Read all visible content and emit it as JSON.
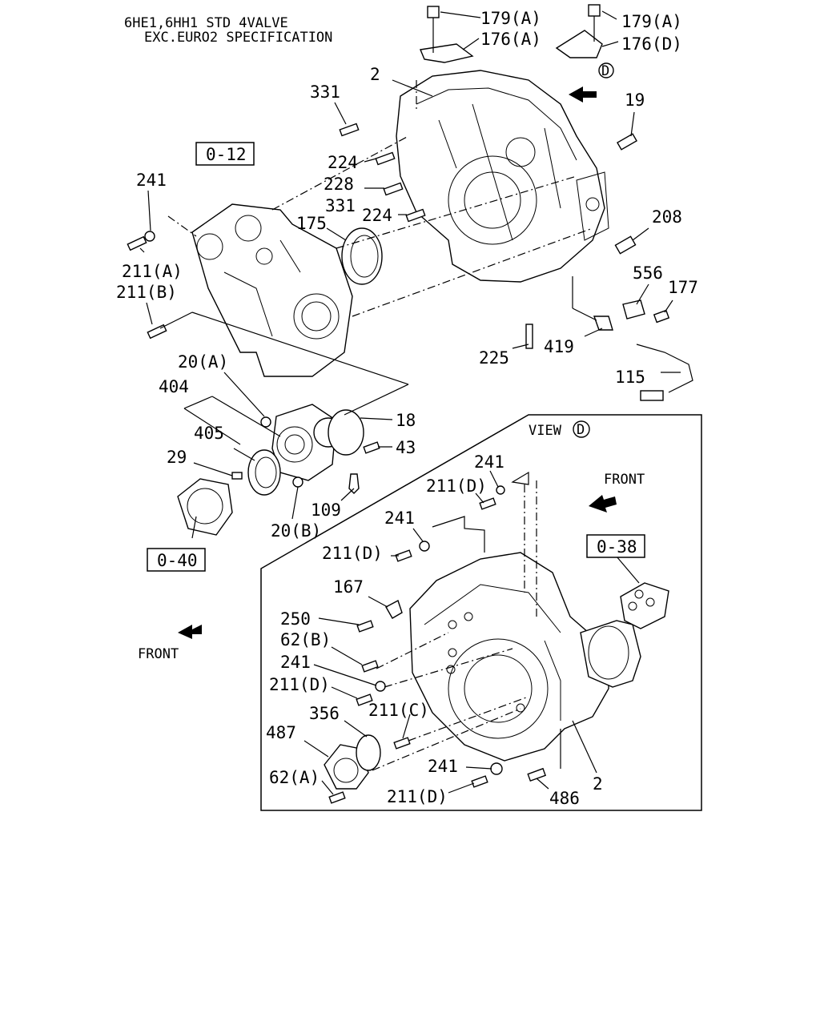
{
  "header": {
    "line1": "6HE1,6HH1 STD 4VALVE",
    "line2": "EXC.EURO2 SPECIFICATION"
  },
  "refs": {
    "r012": "0-12",
    "r040": "0-40",
    "r038": "0-38",
    "view_d_marker": "D"
  },
  "view": {
    "title": "VIEW",
    "marker": "D"
  },
  "front_labels": {
    "lower_left": "FRONT",
    "view_panel": "FRONT"
  },
  "callouts": {
    "c179a_1": "179(A)",
    "c176a": "176(A)",
    "c179a_2": "179(A)",
    "c176d": "176(D)",
    "c2_top": "2",
    "c331_top": "331",
    "c19": "19",
    "c224_a": "224",
    "c228": "228",
    "c331_mid": "331",
    "c224_b": "224",
    "c241_left": "241",
    "c175": "175",
    "c208": "208",
    "c211a": "211(A)",
    "c211b": "211(B)",
    "c556": "556",
    "c177": "177",
    "c225": "225",
    "c419": "419",
    "c115": "115",
    "c20a": "20(A)",
    "c404": "404",
    "c18": "18",
    "c405": "405",
    "c43": "43",
    "c29": "29",
    "c109": "109",
    "c20b": "20(B)",
    "v241_a": "241",
    "v211d_a": "211(D)",
    "v241_b": "241",
    "v211d_b": "211(D)",
    "v167": "167",
    "v250": "250",
    "v62b": "62(B)",
    "v241_c": "241",
    "v211d_c": "211(D)",
    "v211c": "211(C)",
    "v356": "356",
    "v487": "487",
    "v62a": "62(A)",
    "v241_d": "241",
    "v211d_d": "211(D)",
    "v486": "486",
    "v2": "2"
  }
}
